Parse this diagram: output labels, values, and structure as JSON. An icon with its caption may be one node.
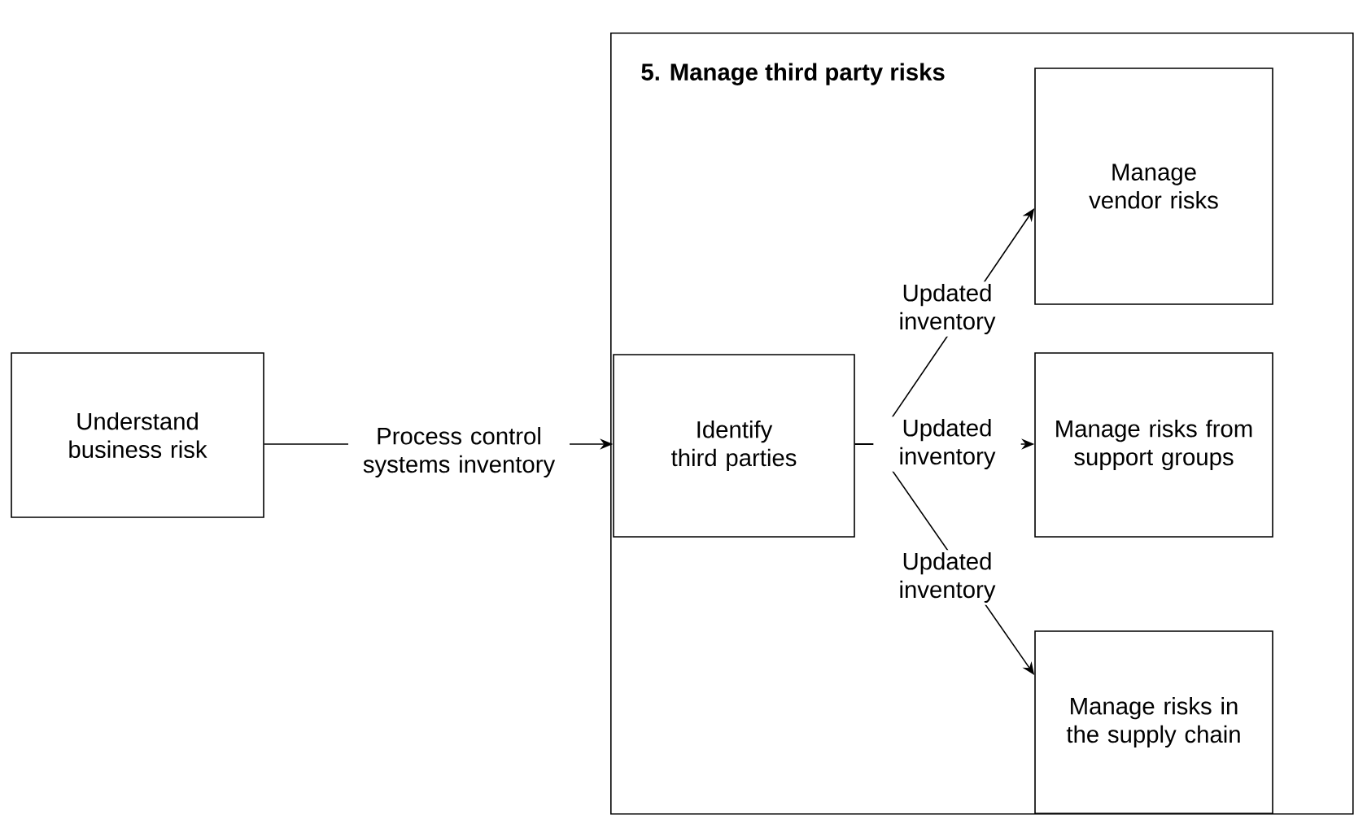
{
  "diagram": {
    "nodes": [
      {
        "text": [
          "5. Manage third party risks"
        ]
      },
      {
        "text": [
          "Understand business risk"
        ]
      },
      {
        "text": [
          "Identify third parties"
        ],
        "in": 0
      },
      {
        "text": [
          "Manage vendor risks"
        ],
        "in": 0
      },
      {
        "text": [
          "Manage risks from support groups"
        ],
        "in": 0
      },
      {
        "text": [
          "Manage risks in the supply chain"
        ],
        "in": 0
      }
    ],
    "edges": [
      {
        "from": 1,
        "to": 2,
        "arrow": "to",
        "label": "Process control systems inventory"
      },
      {
        "from": 2,
        "to": 3,
        "arrow": "to",
        "label": "Updated inventory"
      },
      {
        "from": 2,
        "to": 4,
        "arrow": "to",
        "label": "Updated inventory"
      },
      {
        "from": 2,
        "to": 5,
        "arrow": "to",
        "label": "Updated inventory"
      }
    ]
  }
}
